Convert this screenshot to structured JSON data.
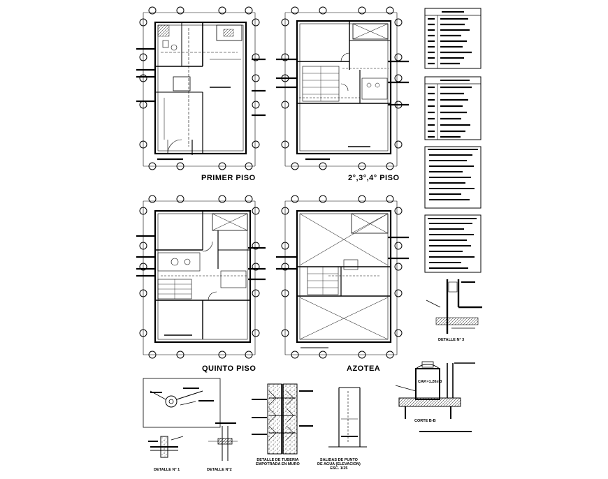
{
  "plans": {
    "primer_piso": {
      "title": "PRIMER PISO"
    },
    "segundo_piso": {
      "title": "2°,3°,4° PISO"
    },
    "quinto_piso": {
      "title": "QUINTO PISO"
    },
    "azotea": {
      "title": "AZOTEA"
    }
  },
  "details": {
    "detalle_3": {
      "title": "DETALLE N° 3"
    },
    "detalle_1": {
      "title": "DETALLE N° 1"
    },
    "detalle_2": {
      "title": "DETALLE N°2"
    },
    "tuberia": {
      "line1": "DETALLE DE TUBERIA",
      "line2": "EMPOTRADA EN MURO"
    },
    "salidas": {
      "line1": "SALIDAS DE PUNTO",
      "line2": "DE AGUA (ELEVACION)",
      "line3": "ESC. 1/25"
    },
    "tanque": {
      "capacity": "CAP.=1.20m3",
      "title": "CORTE B-B"
    }
  },
  "colors": {
    "ink": "#000000",
    "paper": "#ffffff"
  }
}
